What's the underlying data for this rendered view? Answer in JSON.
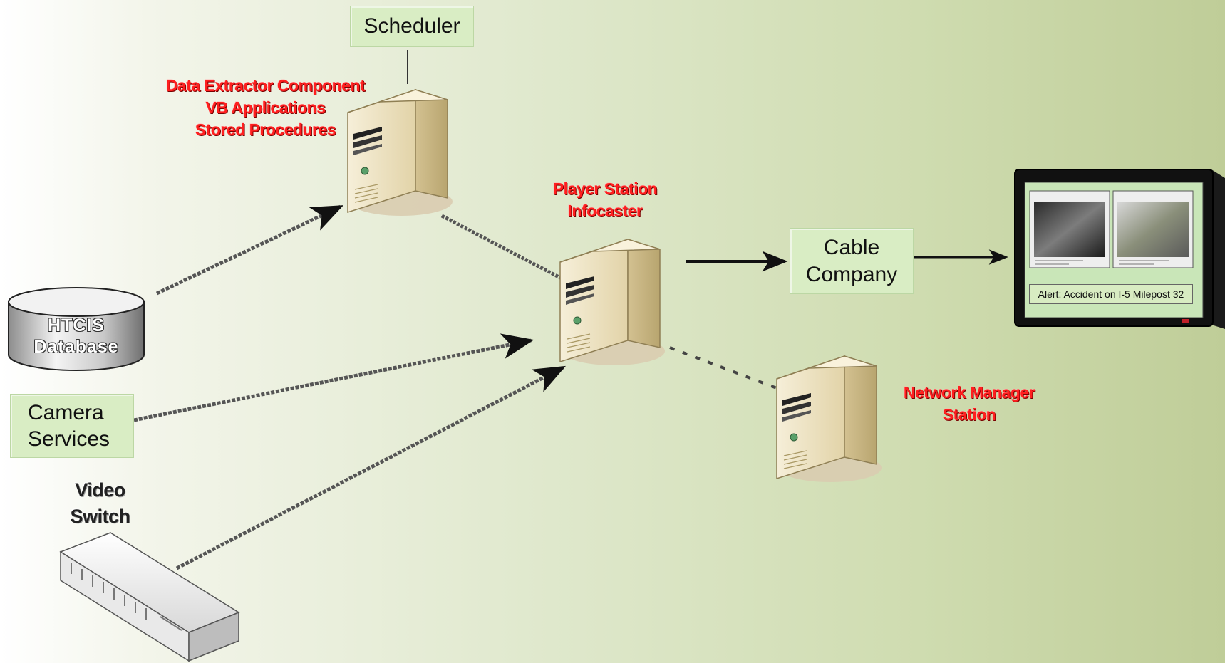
{
  "nodes": {
    "scheduler": {
      "label": "Scheduler"
    },
    "data_extractor": {
      "lines": [
        "Data Extractor Component",
        "VB Applications",
        "Stored Procedures"
      ]
    },
    "player_station": {
      "lines": [
        "Player Station",
        "Infocaster"
      ]
    },
    "cable_company": {
      "lines": [
        "Cable",
        "Company"
      ]
    },
    "network_manager": {
      "lines": [
        "Network Manager",
        "Station"
      ]
    },
    "htcis_database": {
      "lines": [
        "HTCIS",
        "Database"
      ]
    },
    "camera_services": {
      "lines": [
        "Camera",
        "Services"
      ]
    },
    "video_switch": {
      "lines": [
        "Video",
        "Switch"
      ]
    },
    "tv_display": {
      "alert_text": "Alert: Accident on I-5 Milepost 32"
    }
  },
  "colors": {
    "annotation_red": "#ff1f1f",
    "label_box_green": "#d9edc4",
    "server_beige": "#efe3c3"
  },
  "icons": [
    "server-icon",
    "database-icon",
    "video-switch-icon",
    "tv-monitor-icon"
  ]
}
